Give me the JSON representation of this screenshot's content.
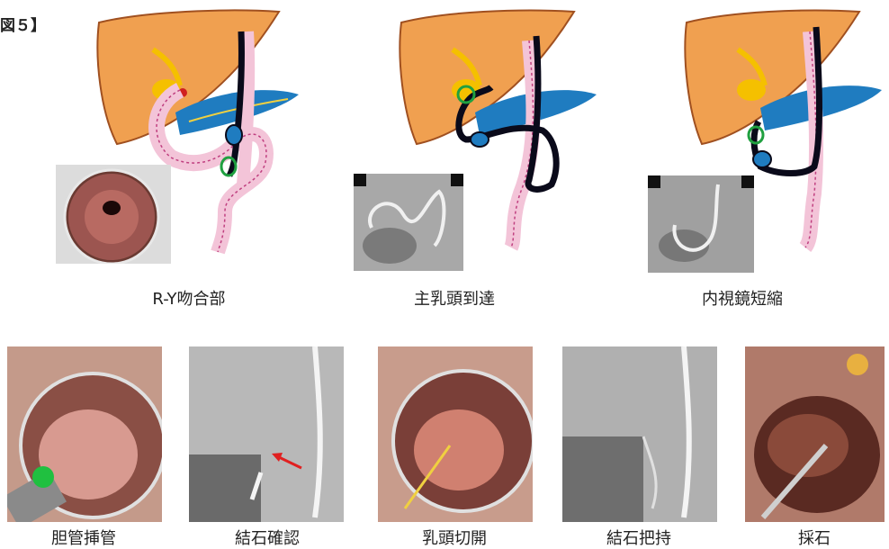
{
  "figure_label": "図５】",
  "top_row": [
    {
      "caption": "R-Y吻合部"
    },
    {
      "caption": "主乳頭到達"
    },
    {
      "caption": "内視鏡短縮"
    }
  ],
  "bottom_row": [
    {
      "caption": "胆管挿管"
    },
    {
      "caption": "結石確認"
    },
    {
      "caption": "乳頭切開"
    },
    {
      "caption": "結石把持"
    },
    {
      "caption": "採石"
    }
  ],
  "colors": {
    "liver": "#f0a050",
    "liver_outline": "#a05020",
    "gallbladder": "#f5c000",
    "pancreas": "#1f7cc0",
    "intestine": "#f3c4d8",
    "intestine_outline": "#c04080",
    "scope": "#0a0a1a",
    "arrow": "#e02020"
  }
}
